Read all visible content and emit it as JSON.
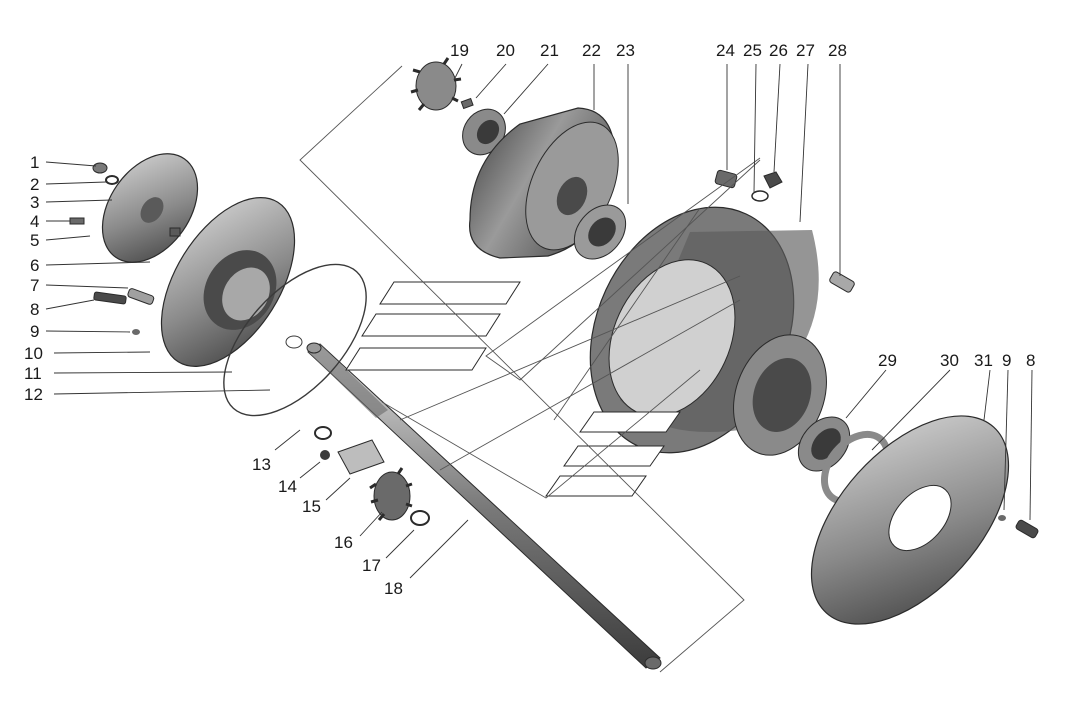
{
  "diagram": {
    "callouts": [
      {
        "id": "1",
        "label": "1"
      },
      {
        "id": "2",
        "label": "2"
      },
      {
        "id": "3",
        "label": "3"
      },
      {
        "id": "4",
        "label": "4"
      },
      {
        "id": "5",
        "label": "5"
      },
      {
        "id": "6",
        "label": "6"
      },
      {
        "id": "7",
        "label": "7"
      },
      {
        "id": "8",
        "label": "8"
      },
      {
        "id": "9",
        "label": "9"
      },
      {
        "id": "10",
        "label": "10"
      },
      {
        "id": "11",
        "label": "11"
      },
      {
        "id": "12",
        "label": "12"
      },
      {
        "id": "13",
        "label": "13"
      },
      {
        "id": "14",
        "label": "14"
      },
      {
        "id": "15",
        "label": "15"
      },
      {
        "id": "16",
        "label": "16"
      },
      {
        "id": "17",
        "label": "17"
      },
      {
        "id": "18",
        "label": "18"
      },
      {
        "id": "19",
        "label": "19"
      },
      {
        "id": "20",
        "label": "20"
      },
      {
        "id": "21",
        "label": "21"
      },
      {
        "id": "22",
        "label": "22"
      },
      {
        "id": "23",
        "label": "23"
      },
      {
        "id": "24",
        "label": "24"
      },
      {
        "id": "25",
        "label": "25"
      },
      {
        "id": "26",
        "label": "26"
      },
      {
        "id": "27",
        "label": "27"
      },
      {
        "id": "28",
        "label": "28"
      },
      {
        "id": "29",
        "label": "29"
      },
      {
        "id": "30",
        "label": "30"
      },
      {
        "id": "31",
        "label": "31"
      },
      {
        "id": "9b",
        "label": "9"
      },
      {
        "id": "8b",
        "label": "8"
      }
    ]
  },
  "colors": {
    "background": "#ffffff",
    "part_dark": "#4a4a4a",
    "part_mid": "#8c8c8c",
    "part_light": "#c8c8c8",
    "leader_line": "#333333",
    "label_text": "#1a1a1a"
  }
}
